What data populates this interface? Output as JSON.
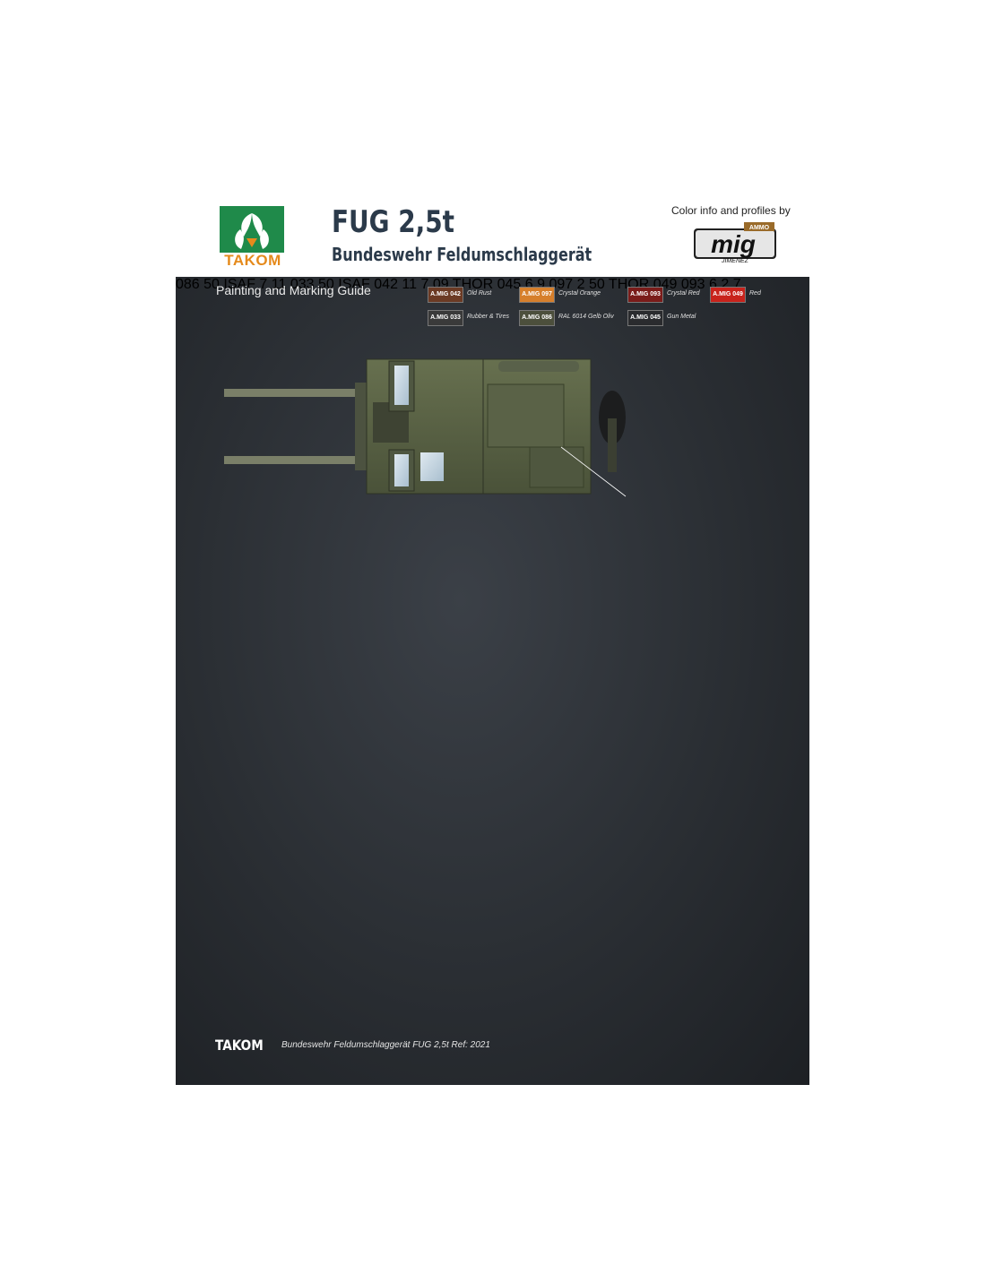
{
  "header": {
    "brand_logo_text": "TAKOM",
    "title": "FUG 2,5t",
    "subtitle": "Bundeswehr Feldumschlaggerät",
    "credit": "Color info and profiles by",
    "mig_logo_text": "mig",
    "mig_logo_small_top": "AMMO",
    "mig_logo_small_bottom": "JIMENEZ"
  },
  "guide": {
    "title": "Painting and Marking Guide",
    "paints": [
      {
        "code": "A.MIG 042",
        "name": "Old Rust",
        "color": "#6b3a24"
      },
      {
        "code": "A.MIG 097",
        "name": "Crystal Orange",
        "color": "#d67f2c"
      },
      {
        "code": "A.MIG 093",
        "name": "Crystal Red",
        "color": "#7a1c1a"
      },
      {
        "code": "A.MIG 049",
        "name": "Red",
        "color": "#c8231c"
      },
      {
        "code": "A.MIG 033",
        "name": "Rubber & Tires",
        "color": "#3a3a3a"
      },
      {
        "code": "A.MIG 086",
        "name": "RAL 6014 Gelb Oliv",
        "color": "#4c4f3c"
      },
      {
        "code": "A.MIG 045",
        "name": "Gun Metal",
        "color": "#2a2b2e"
      }
    ],
    "callouts": {
      "c086": "086",
      "c033": "033",
      "c042": "042",
      "c045": "045",
      "c049": "049",
      "c097": "097",
      "c093": "093"
    },
    "markings": {
      "isaf": "ISAF",
      "num50": "50",
      "num09": "09",
      "thor": "THOR",
      "n2": "2",
      "n6": "6",
      "n7": "7",
      "n9": "9",
      "n11": "11"
    }
  },
  "footer": {
    "brand": "TAKOM",
    "text": "Bundeswehr Feldumschlaggerät FUG 2,5t Ref: 2021"
  }
}
